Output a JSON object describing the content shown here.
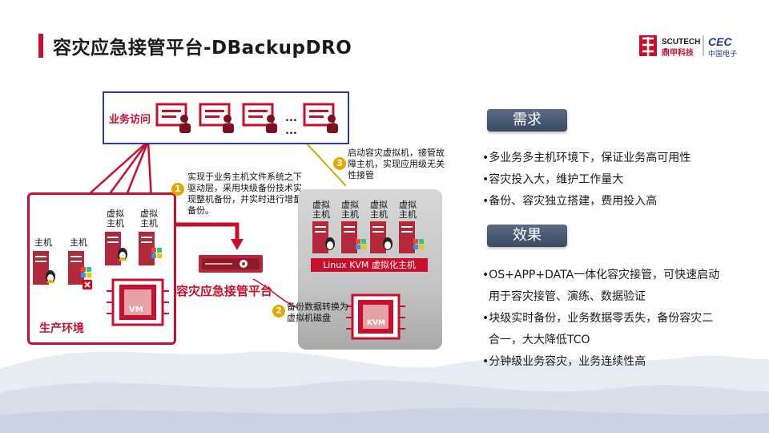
{
  "title": "容灾应急接管平台-DBackupDRO",
  "logo": {
    "brand_en": "SCUTECH",
    "brand_cn": "鼎甲科技",
    "partner_en": "CEC",
    "partner_cn": "中国电子"
  },
  "diagram": {
    "business_access": "业务访问",
    "ellipsis": "...",
    "production_env": "生产环境",
    "host_label": "主机",
    "vhost_line1": "虚拟",
    "vhost_line2": "主机",
    "vm_chip": "VM",
    "kvm_chip": "KVM",
    "kvm_bar": "Linux KVM 虚拟化主机",
    "dr_platform": "容灾应急接管平台",
    "step1_num": "1",
    "step1_text": "实现于业务主机文件系统之下驱动层，采用块级备份技术实现整机备份，并实时进行增量备份。",
    "step2_num": "2",
    "step2_text": "备份数据转换为虚拟机磁盘",
    "step3_num": "3",
    "step3_text": "启动容灾虚拟机，接管故障主机，实现应用级无关性接管"
  },
  "needs": {
    "heading": "需求",
    "items": [
      "•多业务多主机环境下，保证业务高可用性",
      "•容灾投入大，维护工作量大",
      "•备份、容灾独立搭建，费用投入高"
    ]
  },
  "effects": {
    "heading": "效果",
    "items": [
      "•OS+APP+DATA一体化容灾接管，可快速启动",
      "用于容灾接管、演练、数据验证",
      "•块级实时备份，业务数据零丢失，备份容灾二",
      "合一，大大降低TCO",
      "•分钟级业务容灾，业务连续性高"
    ]
  },
  "colors": {
    "accent_red": "#c8102e",
    "navy": "#2e3f8f",
    "gold": "#e5a700",
    "pill": "#4a5a72"
  }
}
